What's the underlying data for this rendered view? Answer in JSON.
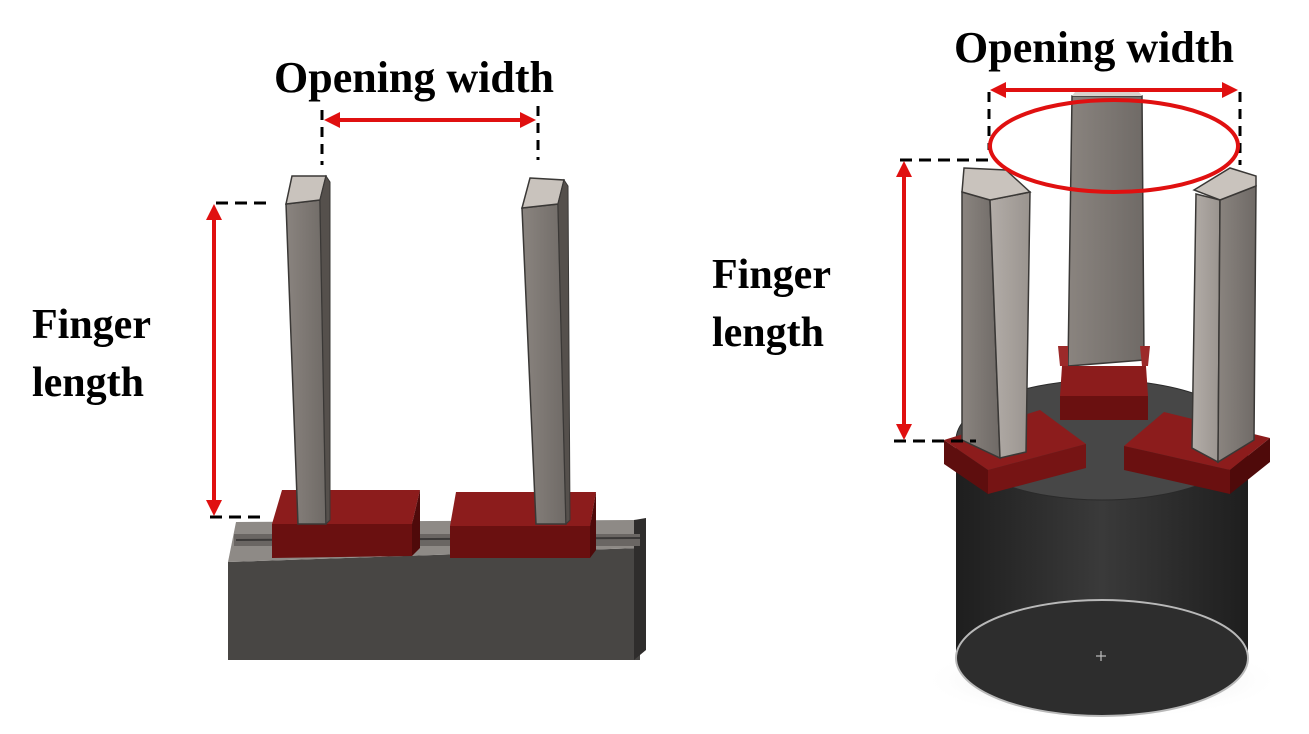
{
  "colors": {
    "annotation_red": "#e01010",
    "dashed_black": "#000000",
    "finger_gray": "#7d7773",
    "finger_light": "#a9a39d",
    "jaw_red": "#7a1515",
    "jaw_dark": "#5a0c0c",
    "base_gray": "#4a4846",
    "cylinder_black": "#2b2b2b"
  },
  "left_gripper": {
    "opening_width_label": "Opening width",
    "finger_length_label_line1": "Finger",
    "finger_length_label_line2": "length"
  },
  "right_gripper": {
    "opening_width_label": "Opening width",
    "finger_length_label_line1": "Finger",
    "finger_length_label_line2": "length"
  }
}
